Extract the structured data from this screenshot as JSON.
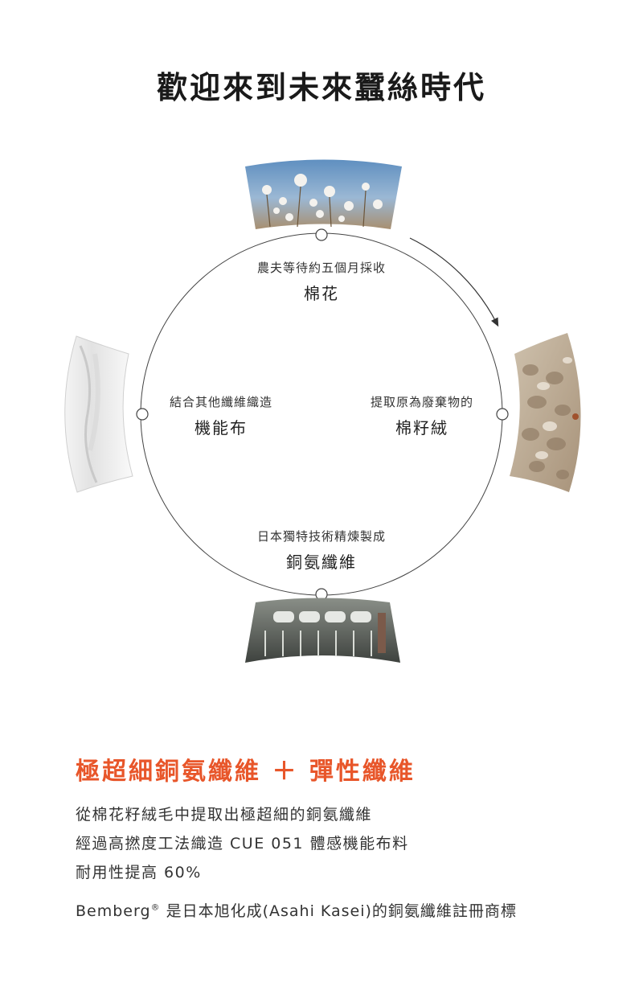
{
  "title": "歡迎來到未來蠶絲時代",
  "steps": {
    "top": {
      "sub": "農夫等待約五個月採收",
      "main": "棉花",
      "image": "cotton-field-photo"
    },
    "right": {
      "sub": "提取原為廢棄物的",
      "main": "棉籽絨",
      "image": "cotton-linter-photo"
    },
    "bottom": {
      "sub": "日本獨特技術精煉製成",
      "main": "銅氨纖維",
      "image": "spinning-machine-photo"
    },
    "left": {
      "sub": "結合其他纖維織造",
      "main": "機能布",
      "image": "white-fabric-photo"
    }
  },
  "headline": "極超細銅氨纖維 ＋ 彈性纖維",
  "body": [
    "從棉花籽絨毛中提取出極超細的銅氨纖維",
    "經過高撚度工法織造 CUE 051 體感機能布料",
    "耐用性提高 60%"
  ],
  "footnote": {
    "brand": "Bemberg",
    "mark": "®",
    "text": " 是日本旭化成(Asahi Kasei)的銅氨纖維註冊商標"
  }
}
